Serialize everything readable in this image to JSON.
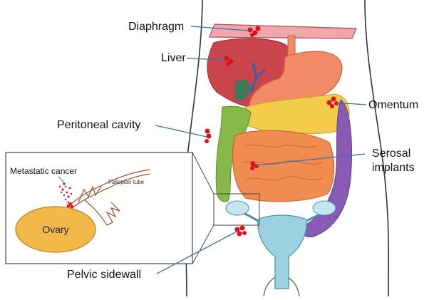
{
  "labels": {
    "diaphragm": "Diaphragm",
    "liver": "Liver",
    "peritoneal_cavity": "Peritoneal cavity",
    "omentum": "Omentum",
    "serosal_line1": "Serosal",
    "serosal_line2": "implants",
    "pelvic_sidewall": "Pelvic sidewall",
    "metastatic_cancer": "Metastatic cancer",
    "fallopian_tube": "Fallopian tube",
    "ovary": "Ovary"
  },
  "colors": {
    "leader_line": "#3a6fb0",
    "metastasis_dot": "#e0101a",
    "diaphragm": "#f0a6aa",
    "liver": "#c9444b",
    "stomach": "#f28a68",
    "omentum": "#f2cc4a",
    "small_intestine": "#f08c50",
    "colon": "#86b84a",
    "descending_colon": "#8a5bb5",
    "uterus": "#9bd2e0",
    "ovary": "#f2b84a"
  }
}
